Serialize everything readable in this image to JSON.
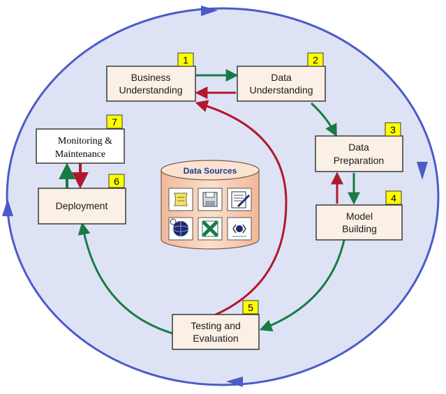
{
  "colors": {
    "outer_ring": "#4b5bc8",
    "ellipse_fill": "#dde3f5",
    "box_fill": "#fbf0e6",
    "box_border": "#3a3a3a",
    "badge_fill": "#ffff00",
    "green_arrow": "#1a7a45",
    "red_arrow": "#b2182b",
    "cylinder_fill": "#f8d2b8"
  },
  "steps": [
    {
      "num": "1",
      "line1": "Business",
      "line2": "Understanding"
    },
    {
      "num": "2",
      "line1": "Data",
      "line2": "Understanding"
    },
    {
      "num": "3",
      "line1": "Data",
      "line2": "Preparation"
    },
    {
      "num": "4",
      "line1": "Model",
      "line2": "Building"
    },
    {
      "num": "5",
      "line1": "Testing and",
      "line2": "Evaluation"
    },
    {
      "num": "6",
      "line1": "Deployment",
      "line2": ""
    },
    {
      "num": "7",
      "line1": "Monitoring &",
      "line2": "Maintenance"
    }
  ],
  "data_sources": {
    "title": "Data Sources",
    "icons": [
      "scroll-icon",
      "floppy-disk-icon",
      "document-pen-icon",
      "database-globe-icon",
      "excel-icon",
      "web-page-icon"
    ]
  }
}
